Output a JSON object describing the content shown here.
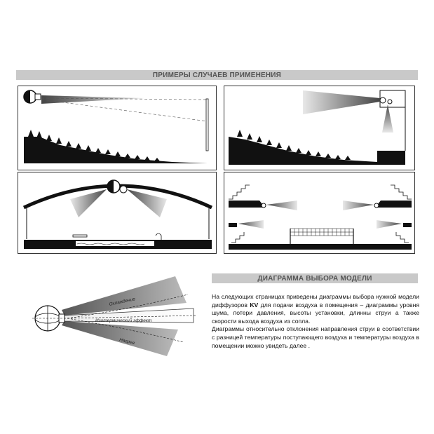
{
  "header": {
    "title": "ПРИМЕРЫ СЛУЧАЕВ ПРИМЕНЕНИЯ"
  },
  "model_section": {
    "title": "ДИАГРАММА ВЫБОРА МОДЕЛИ",
    "diagram_labels": {
      "cooling": "Охлаждение",
      "isothermal": "Изотермический эффект",
      "heating": "Нагрев"
    },
    "paragraph_1": {
      "part_1": "На следующих страницах приведены диаграммы выбора нужной модели диффузоров ",
      "brand": "KV",
      "part_2": " для подачи воздуха в помещения – диаграммы уровня шума, потери давления, высоты установки, длинны струи а также скорости выхода воздуха из сопла."
    },
    "paragraph_2": "Диаграммы относительно отклонения направления струи в соответствии с разницей температуры поступающего воздуха и температуры воздуха в помещении можно увидеть далее ."
  },
  "colors": {
    "bar": "#c9c9c9",
    "bar_text": "#555555",
    "ink": "#111111"
  }
}
